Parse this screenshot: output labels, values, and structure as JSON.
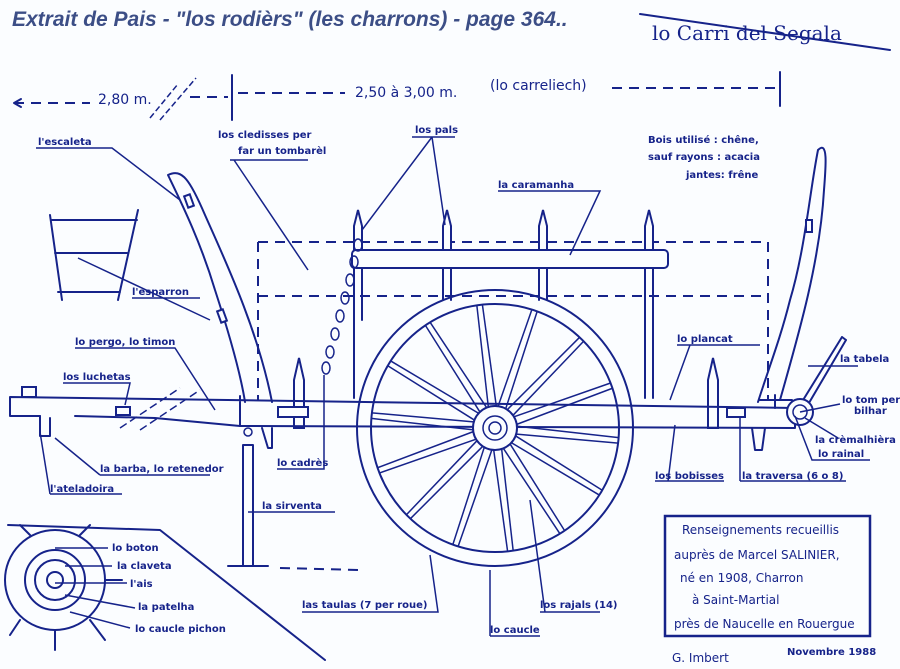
{
  "title": "Extrait de Pais - \"los rodièrs\" (les charrons) - page 364..",
  "drawing_title": "lo Carri del Segala",
  "dimensions": {
    "shaft": "2,80 m.",
    "body": "2,50 à 3,00 m.",
    "body_name": "(lo carreliech)"
  },
  "wood_note": [
    "Bois utilisé : chêne,",
    "sauf rayons : acacia",
    "jantes: frêne"
  ],
  "labels": {
    "escaleta": "l'escaleta",
    "cledisses_1": "los cledisses per",
    "cledisses_2": "far un tombarèl",
    "pals": "los pals",
    "caramanha": "la caramanha",
    "esparron": "l'esparron",
    "pergo": "lo pergo, lo timon",
    "luchetas": "los luchetas",
    "plancat": "lo plancat",
    "tabela": "la tabela",
    "tom_1": "lo tom per",
    "tom_2": "bilhar",
    "cremalhiera": "la crèmalhièra",
    "rainal": "lo rainal",
    "cadres": "lo cadrès",
    "barba": "la barba, lo retenedor",
    "bobisses": "los bobisses",
    "traversa": "la traversa (6 o 8)",
    "ateladoira": "l'ateladoira",
    "sirventa": "la sirventa",
    "boton": "lo boton",
    "claveta": "la claveta",
    "ais": "l'ais",
    "patelha": "la patelha",
    "caucle_pichon": "lo caucle pichon",
    "taulas": "las taulas (7 per roue)",
    "rajals": "los rajals (14)",
    "caucle": "lo caucle"
  },
  "info_box": [
    "Renseignements recueillis",
    "auprès de Marcel SALINIER,",
    "né en 1908, Charron",
    "à Saint-Martial",
    "près de Naucelle en Rouergue"
  ],
  "signature": "G. Imbert",
  "date": "Novembre 1988",
  "colors": {
    "ink": "#16238a",
    "title": "#3c4e86",
    "paper": "#fbfdff"
  }
}
